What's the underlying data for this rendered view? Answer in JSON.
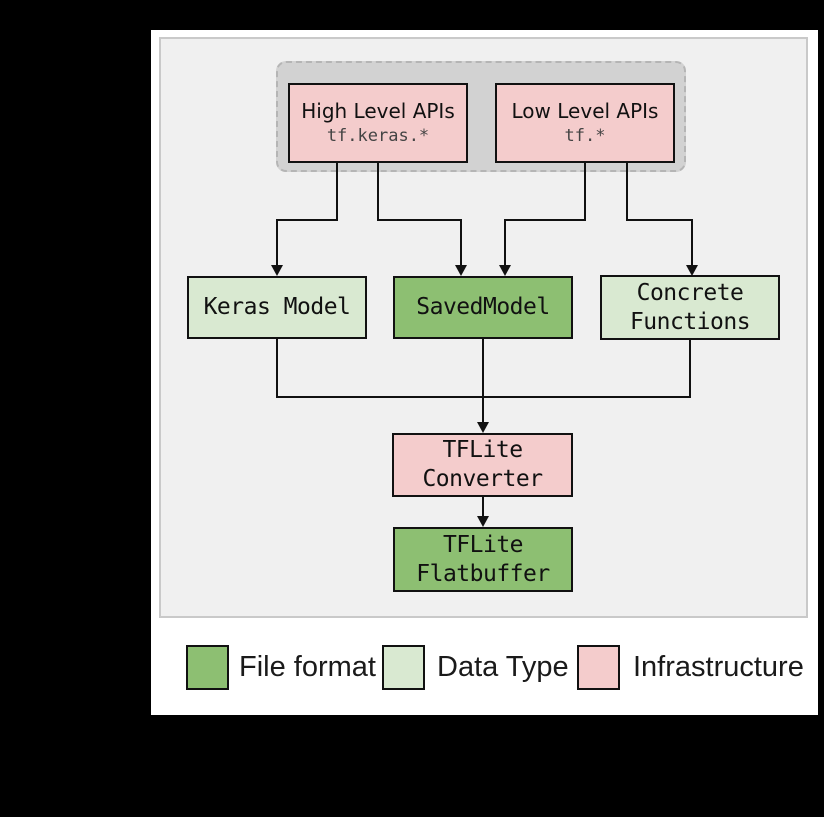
{
  "colors": {
    "background": "#000000",
    "card": "#ffffff",
    "panel": "#f0f0f0",
    "panel_border": "#c9c9c9",
    "api_group_fill": "#d2d2d2",
    "api_group_border": "#b5b5b5",
    "file_format": "#8dbf72",
    "data_type": "#d9e9d1",
    "infrastructure": "#f4cccc",
    "line": "#111111"
  },
  "api_group": {
    "high": {
      "title": "High Level APIs",
      "subtitle": "tf.keras.*"
    },
    "low": {
      "title": "Low Level APIs",
      "subtitle": "tf.*"
    }
  },
  "nodes": {
    "keras_model": {
      "label": "Keras Model",
      "category": "Data Type"
    },
    "saved_model": {
      "label": "SavedModel",
      "category": "File format"
    },
    "concrete_functions": {
      "label": "Concrete\nFunctions",
      "category": "Data Type"
    },
    "tflite_converter": {
      "label": "TFLite\nConverter",
      "category": "Infrastructure"
    },
    "tflite_flatbuffer": {
      "label": "TFLite\nFlatbuffer",
      "category": "File format"
    }
  },
  "legend": {
    "items": [
      {
        "label": "File format",
        "color": "#8dbf72"
      },
      {
        "label": "Data Type",
        "color": "#d9e9d1"
      },
      {
        "label": "Infrastructure",
        "color": "#f4cccc"
      }
    ]
  }
}
